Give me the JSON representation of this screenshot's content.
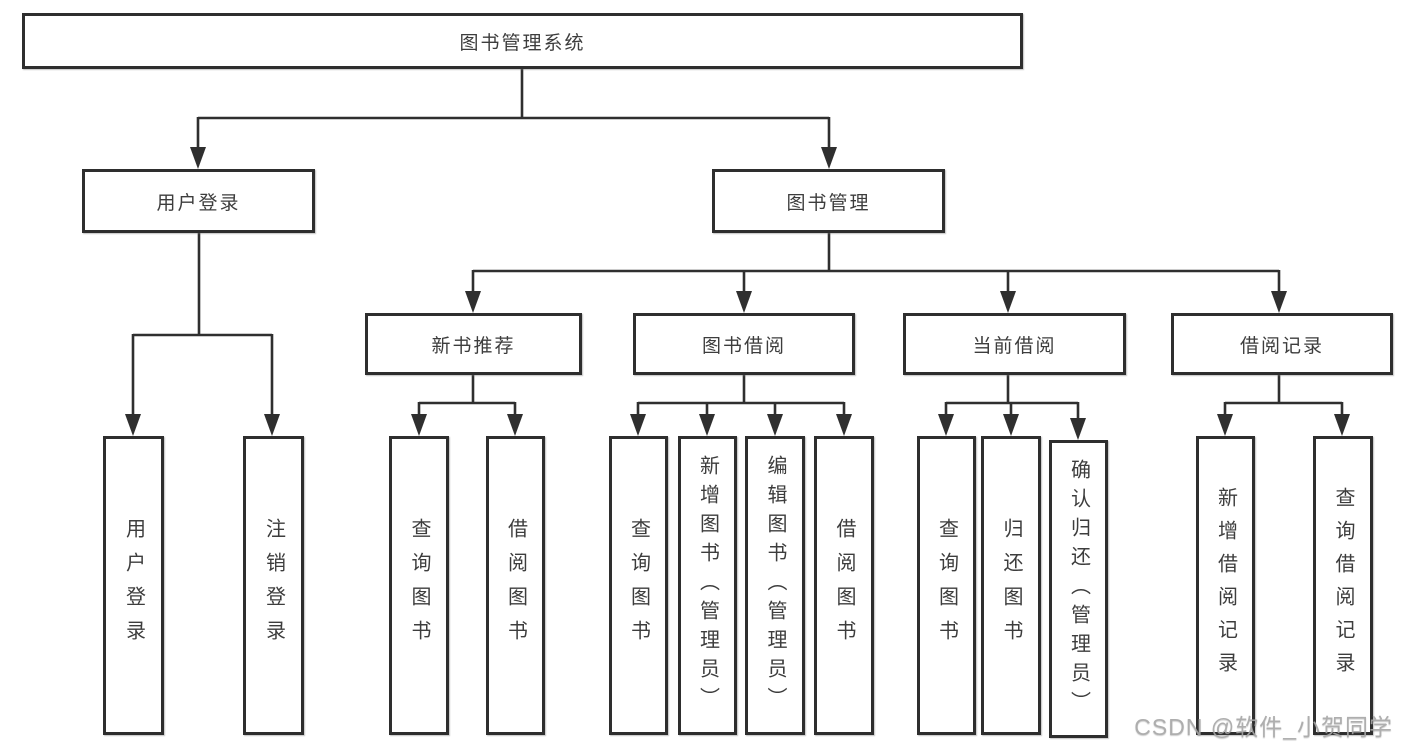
{
  "diagram": {
    "title": "图书管理系统",
    "watermark": "CSDN @软件_小贺同学",
    "colors": {
      "line": "#2f2f2f",
      "box_border": "#2e2e2e",
      "text": "#3d3d3d",
      "watermark": "#a6a6a6"
    },
    "nodes": {
      "root": "图书管理系统",
      "user_login": "用户登录",
      "book_mgmt": "图书管理",
      "new_book_rec": "新书推荐",
      "book_borrow": "图书借阅",
      "current_borrow": "当前借阅",
      "borrow_records": "借阅记录",
      "leaf_user_login": "用户登录",
      "leaf_logout": "注销登录",
      "rec_query_book": "查询图书",
      "rec_borrow_book": "借阅图书",
      "bor_query_book": "查询图书",
      "bor_add_book": "新增图书（管理员）",
      "bor_edit_book": "编辑图书（管理员）",
      "bor_borrow_book": "借阅图书",
      "cur_query_book": "查询图书",
      "cur_return_book": "归还图书",
      "cur_confirm_return": "确认归还（管理员）",
      "log_add_record": "新增借阅记录",
      "log_query_record": "查询借阅记录"
    },
    "edges": [
      [
        "图书管理系统",
        "用户登录"
      ],
      [
        "图书管理系统",
        "图书管理"
      ],
      [
        "用户登录",
        "用户登录"
      ],
      [
        "用户登录",
        "注销登录"
      ],
      [
        "图书管理",
        "新书推荐"
      ],
      [
        "图书管理",
        "图书借阅"
      ],
      [
        "图书管理",
        "当前借阅"
      ],
      [
        "图书管理",
        "借阅记录"
      ],
      [
        "新书推荐",
        "查询图书"
      ],
      [
        "新书推荐",
        "借阅图书"
      ],
      [
        "图书借阅",
        "查询图书"
      ],
      [
        "图书借阅",
        "新增图书（管理员）"
      ],
      [
        "图书借阅",
        "编辑图书（管理员）"
      ],
      [
        "图书借阅",
        "借阅图书"
      ],
      [
        "当前借阅",
        "查询图书"
      ],
      [
        "当前借阅",
        "归还图书"
      ],
      [
        "当前借阅",
        "确认归还（管理员）"
      ],
      [
        "借阅记录",
        "新增借阅记录"
      ],
      [
        "借阅记录",
        "查询借阅记录"
      ]
    ]
  }
}
